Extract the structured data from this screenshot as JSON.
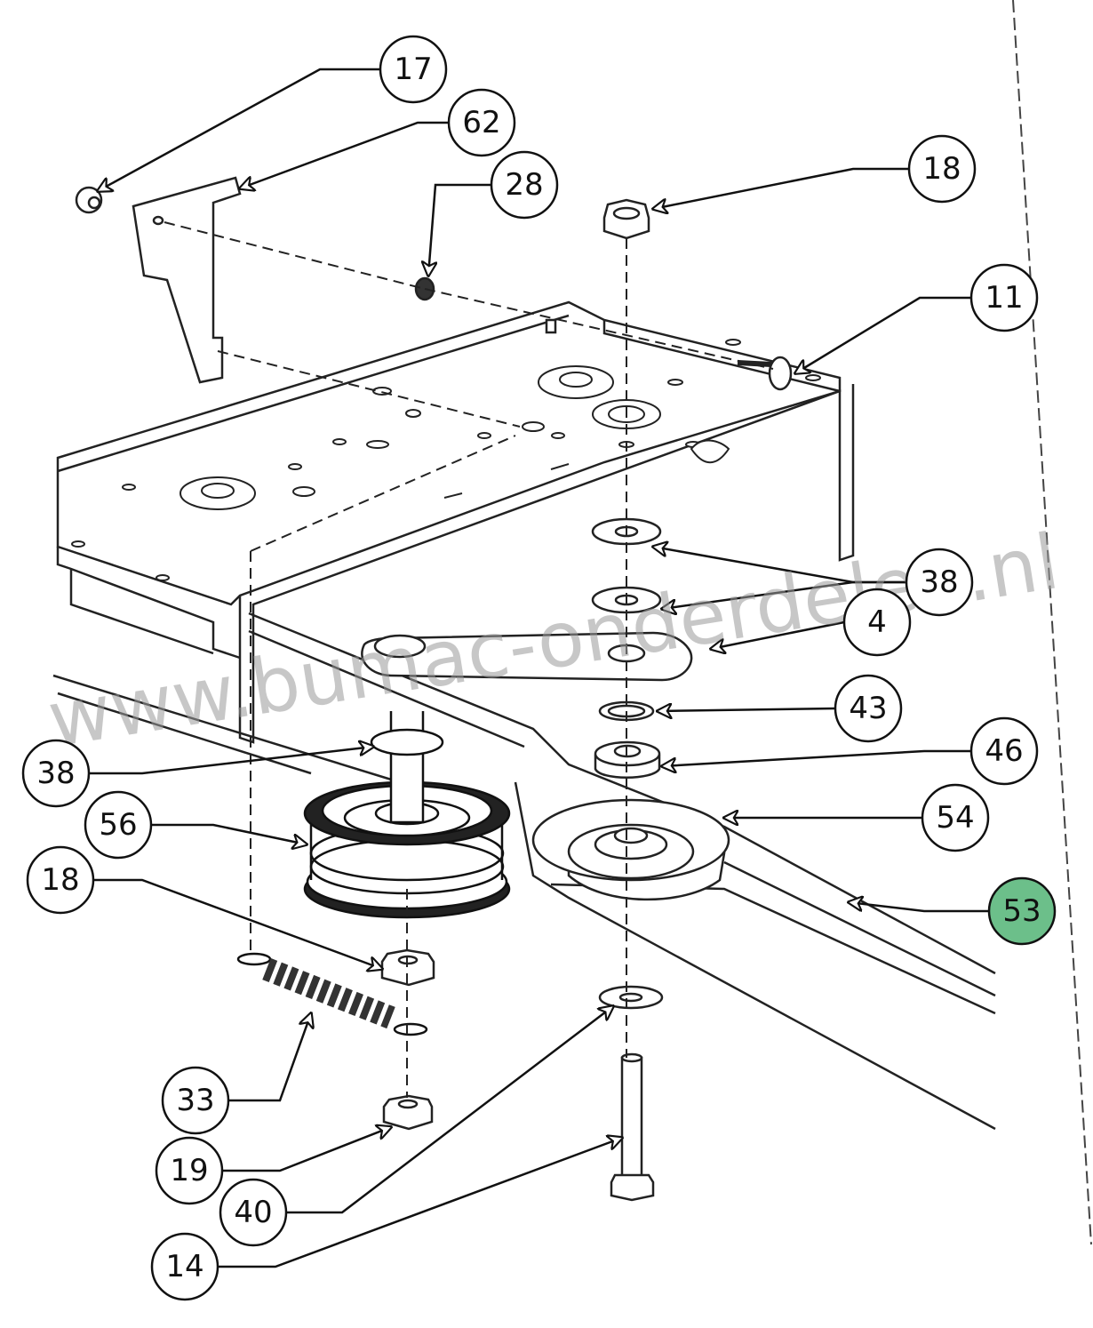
{
  "watermark": "www.bumac-onderdelen.nl",
  "highlight_color": "#6cbf8a",
  "callouts": [
    {
      "id": "c17",
      "label": "17"
    },
    {
      "id": "c62",
      "label": "62"
    },
    {
      "id": "c28",
      "label": "28"
    },
    {
      "id": "c18a",
      "label": "18"
    },
    {
      "id": "c11",
      "label": "11"
    },
    {
      "id": "c38a",
      "label": "38"
    },
    {
      "id": "c4",
      "label": "4"
    },
    {
      "id": "c43",
      "label": "43"
    },
    {
      "id": "c46",
      "label": "46"
    },
    {
      "id": "c54",
      "label": "54"
    },
    {
      "id": "c53",
      "label": "53",
      "highlight": true
    },
    {
      "id": "c38b",
      "label": "38"
    },
    {
      "id": "c56",
      "label": "56"
    },
    {
      "id": "c18b",
      "label": "18"
    },
    {
      "id": "c33",
      "label": "33"
    },
    {
      "id": "c19",
      "label": "19"
    },
    {
      "id": "c40",
      "label": "40"
    },
    {
      "id": "c14",
      "label": "14"
    }
  ]
}
